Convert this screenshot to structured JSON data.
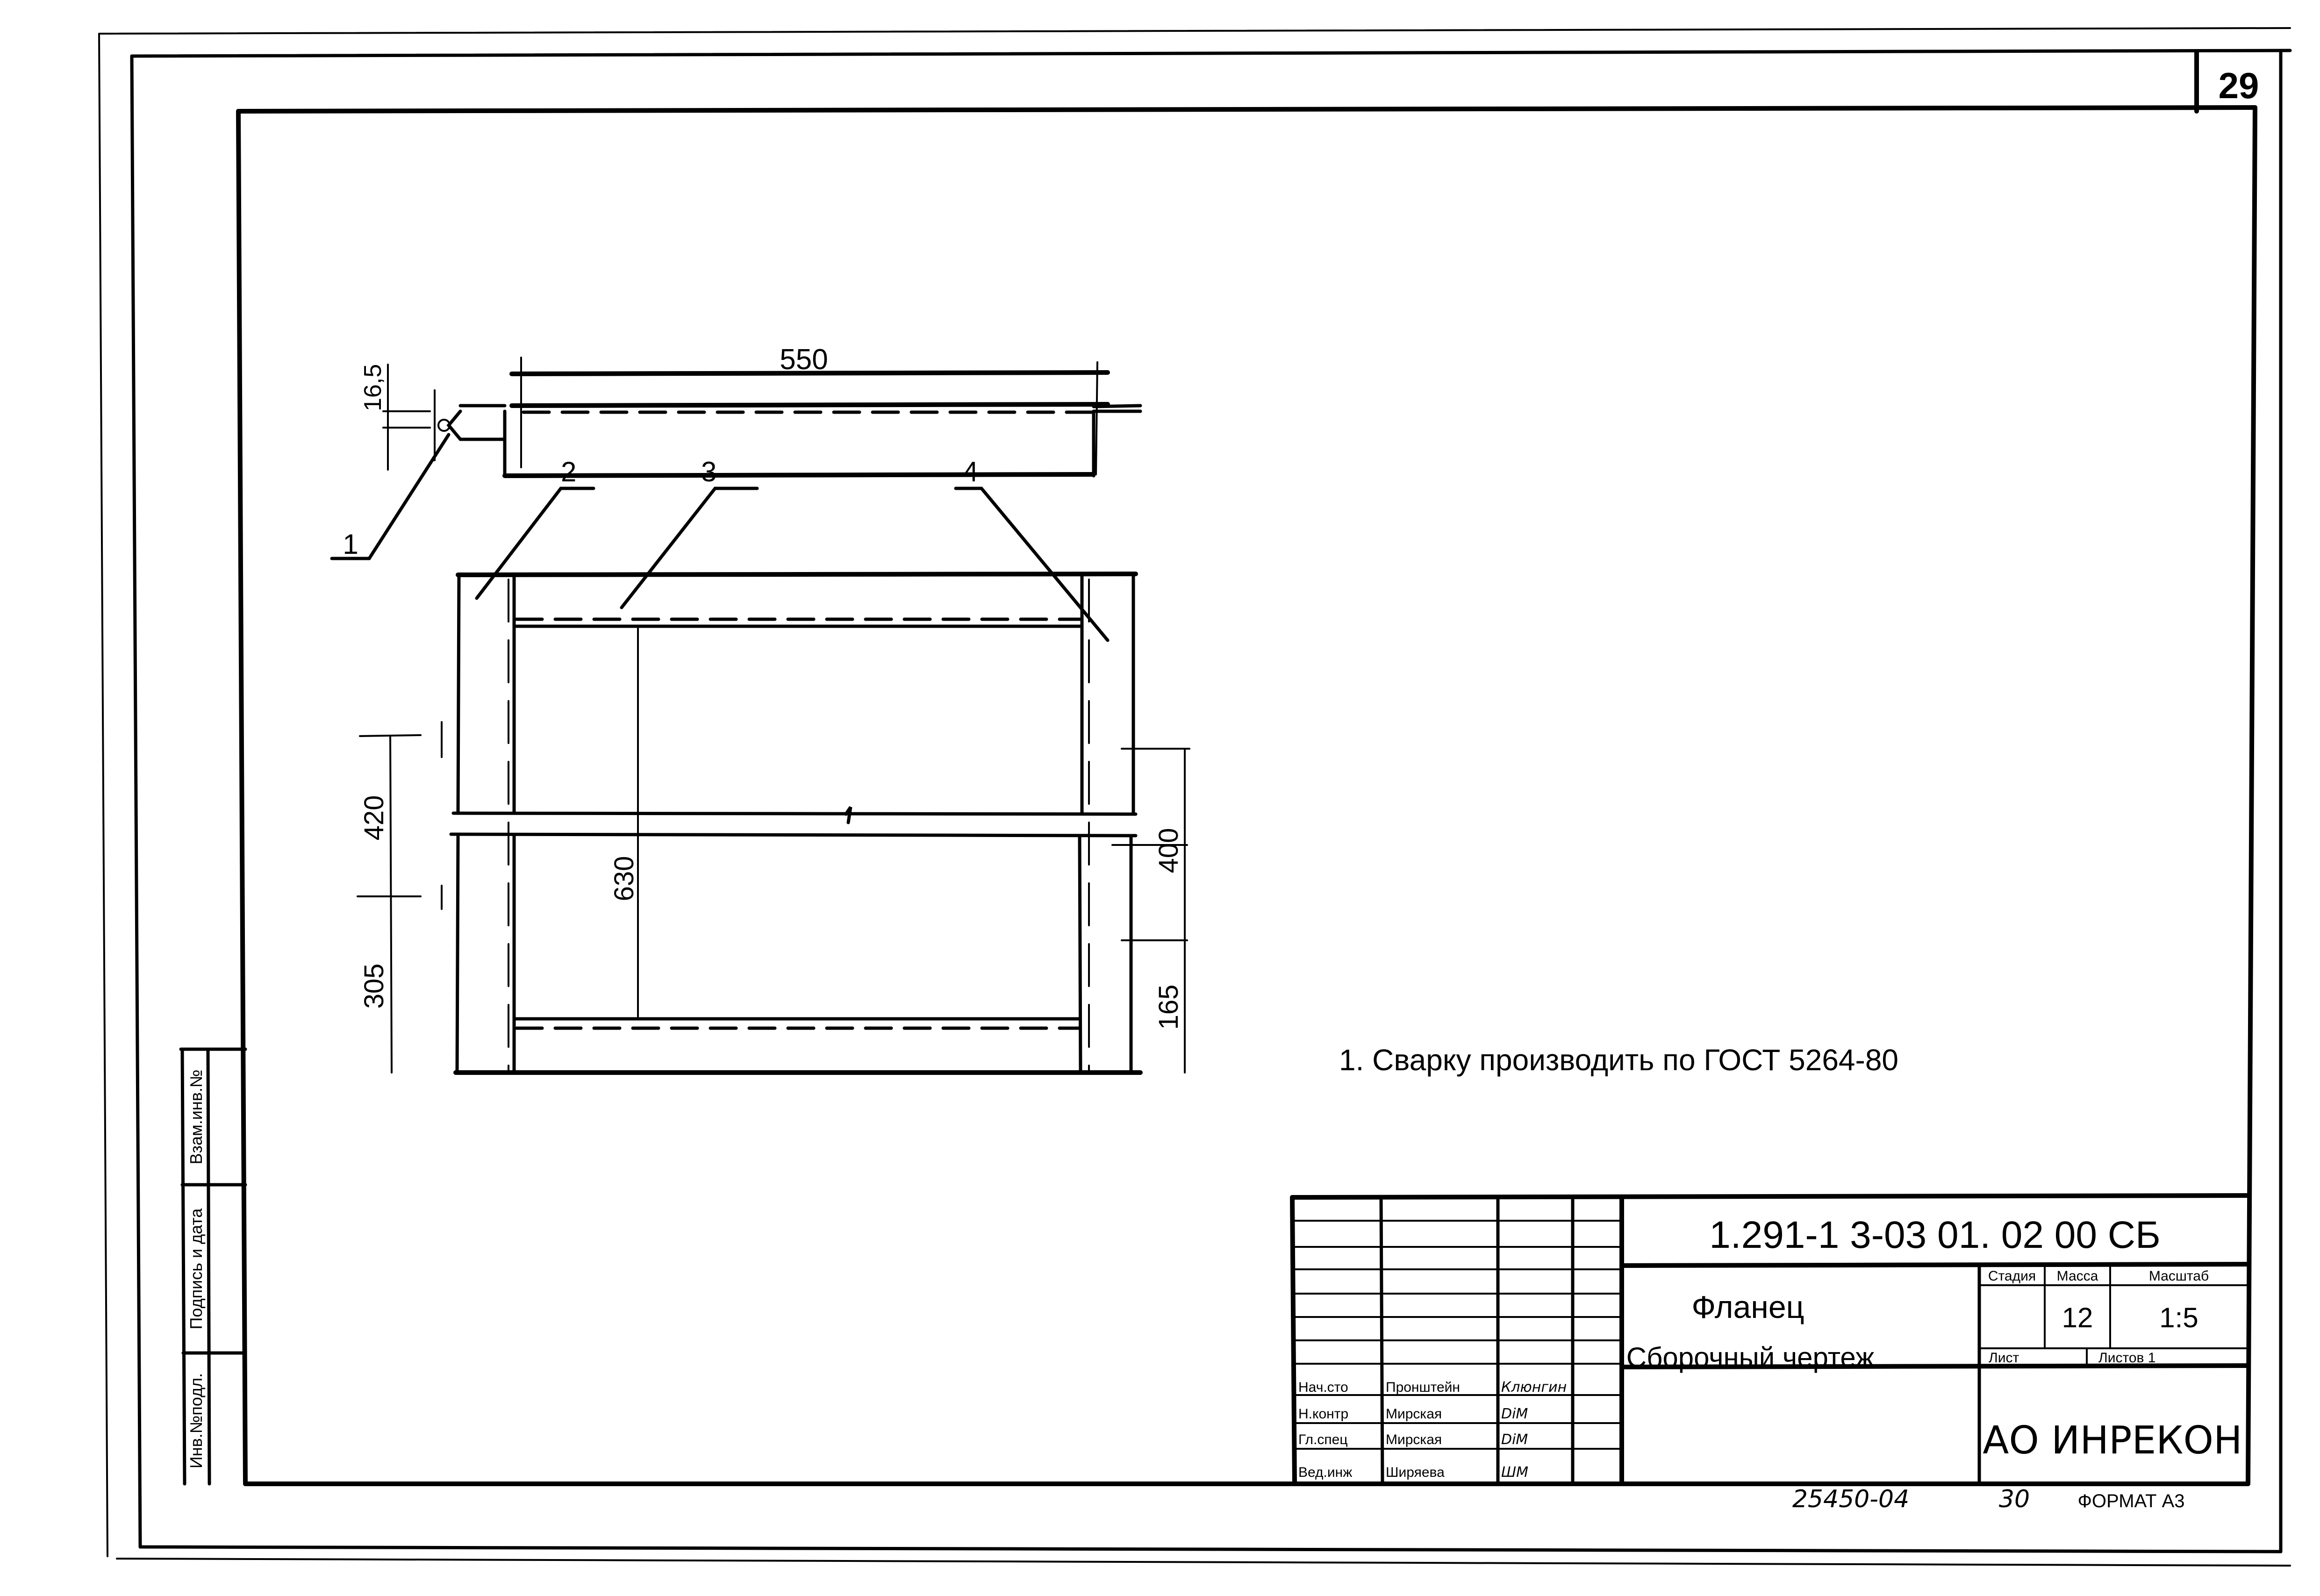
{
  "sheet": {
    "page_number": "29",
    "format_label": "ФОРМАТ А3",
    "copy_number": "30",
    "archive_number": "25450-04"
  },
  "drawing": {
    "section_view": {
      "dimension_length": "550",
      "dimension_height": "16,5"
    },
    "plan_view": {
      "dim_inner_height": "630",
      "dim_left_upper": "420",
      "dim_left_lower": "305",
      "dim_right_upper": "400",
      "dim_right_lower": "165"
    },
    "callouts": [
      "1",
      "2",
      "3",
      "4"
    ]
  },
  "notes": [
    "1. Сварку производить по ГОСТ 5264-80"
  ],
  "title_block": {
    "document_code": "1.291-1 3-03 01. 02 00 СБ",
    "part_name": "Фланец",
    "drawing_type": "Сборочный чертеж",
    "headers": {
      "stage": "Стадия",
      "mass": "Масса",
      "scale": "Масштаб"
    },
    "values": {
      "stage": "",
      "mass": "12",
      "scale": "1:5"
    },
    "sheet_label": "Лист",
    "sheets_label": "Листов 1",
    "organization": "АО ИНРЕКОН",
    "signatures": [
      {
        "role": "Нач.сто",
        "name": "Пронштейн",
        "sign": "Клюнгин"
      },
      {
        "role": "Н.контр",
        "name": "Мирская",
        "sign": "DiM"
      },
      {
        "role": "Гл.спец",
        "name": "Мирская",
        "sign": "DiM"
      },
      {
        "role": "Вед.инж",
        "name": "Ширяева",
        "sign": "ШМ"
      }
    ]
  },
  "side_stamp": {
    "cells": [
      "Инв.№подл.",
      "Подпись и дата",
      "Взам.инв.№"
    ]
  }
}
